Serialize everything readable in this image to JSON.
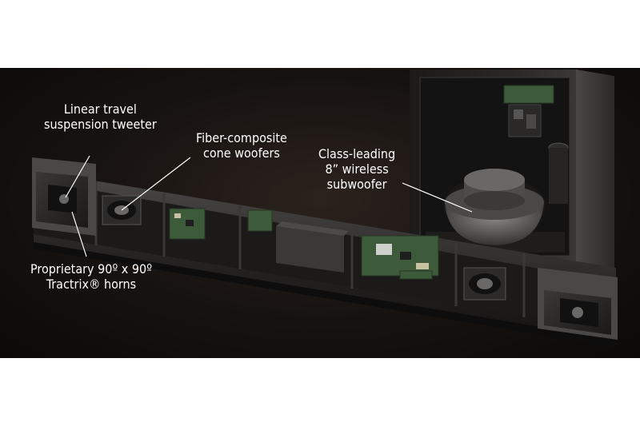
{
  "callouts": {
    "tweeter": {
      "lines": [
        "Linear travel",
        "suspension tweeter"
      ]
    },
    "woofers": {
      "lines": [
        "Fiber-composite",
        "cone woofers"
      ]
    },
    "subwoofer": {
      "lines": [
        "Class-leading",
        "8” wireless",
        "subwoofer"
      ]
    },
    "horns": {
      "lines": [
        "Proprietary 90º x 90º",
        "Tractrix® horns"
      ]
    }
  },
  "colors": {
    "background": "#141110",
    "soundbar_body": "#262424",
    "label_text": "#ffffff",
    "circuit_board": "#3d5a3a",
    "leader_line": "#ffffff"
  }
}
